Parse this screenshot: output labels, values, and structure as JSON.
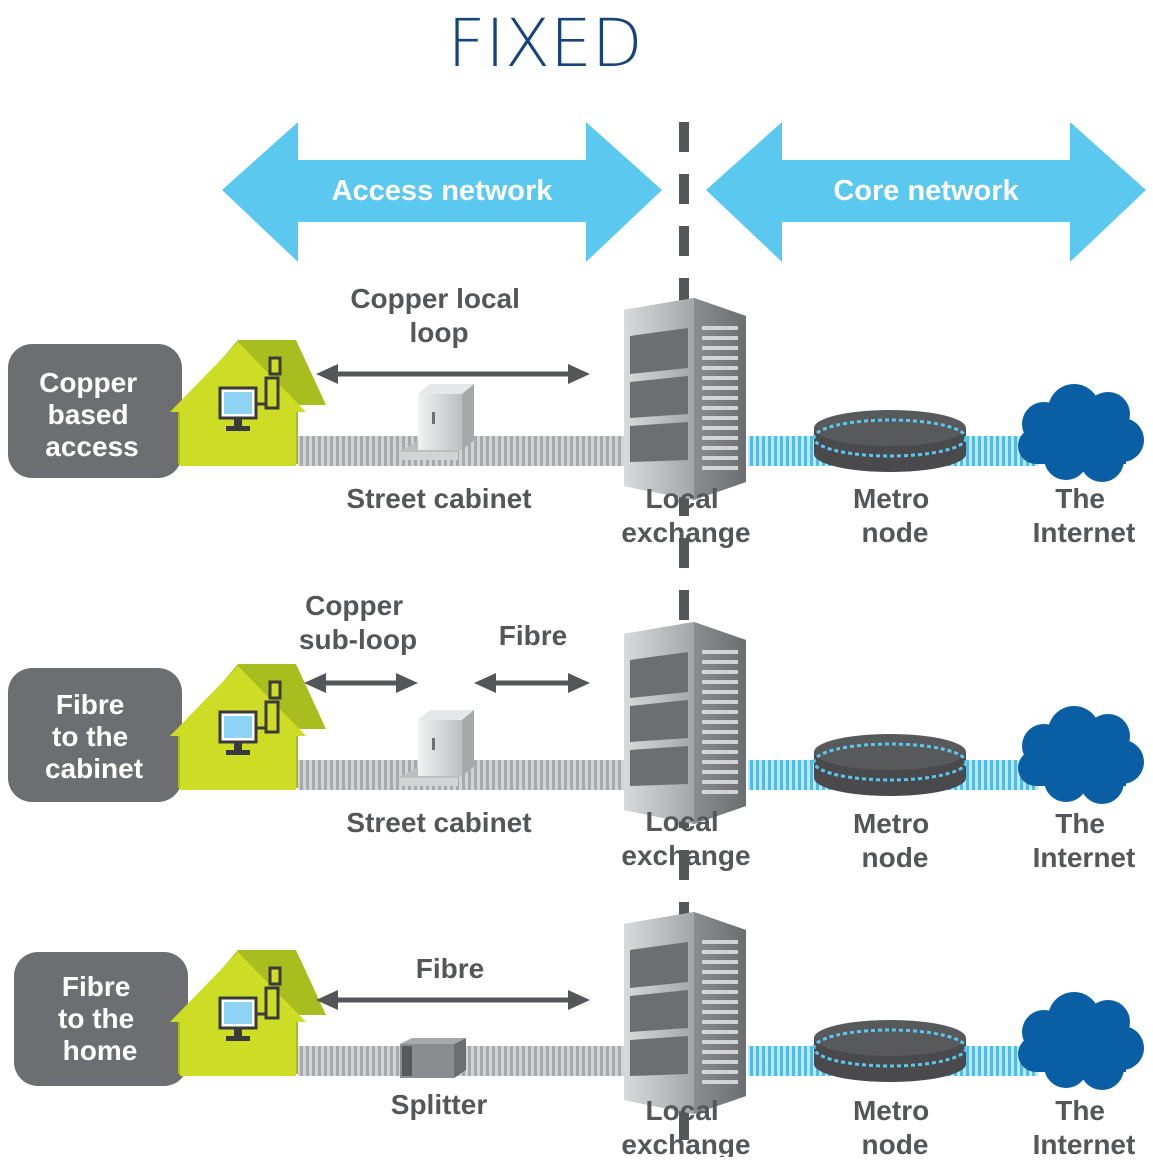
{
  "title": "FIXED",
  "banners": {
    "access": "Access network",
    "core": "Core network"
  },
  "colors": {
    "arrow": "#5bc8f0",
    "title": "#17447a",
    "house": "#cddc25",
    "badge": "#6d6e71",
    "text": "#55565a",
    "cloud": "#0a5fa4",
    "fibre": "#53b9e5",
    "copper": "#a7a9ac"
  },
  "rows": [
    {
      "badge": [
        "Copper",
        "based",
        "access"
      ],
      "span_labels": [
        [
          "Copper local",
          "loop"
        ]
      ],
      "device_label": [
        "Street cabinet"
      ],
      "exchange_label": [
        "Local",
        "exchange"
      ],
      "metro_label": [
        "Metro",
        "node"
      ],
      "internet_label": [
        "The",
        "Internet"
      ]
    },
    {
      "badge": [
        "Fibre",
        "to the",
        "cabinet"
      ],
      "span_labels": [
        [
          "Copper",
          "sub-loop"
        ],
        [
          "Fibre"
        ]
      ],
      "device_label": [
        "Street cabinet"
      ],
      "exchange_label": [
        "Local",
        "exchange"
      ],
      "metro_label": [
        "Metro",
        "node"
      ],
      "internet_label": [
        "The",
        "Internet"
      ]
    },
    {
      "badge": [
        "Fibre",
        "to the",
        "home"
      ],
      "span_labels": [
        [
          "Fibre"
        ]
      ],
      "device_label": [
        "Splitter"
      ],
      "exchange_label": [
        "Local",
        "exchange"
      ],
      "metro_label": [
        "Metro",
        "node"
      ],
      "internet_label": [
        "The",
        "Internet"
      ]
    }
  ],
  "icons": [
    "house-icon",
    "computer-icon",
    "street-cabinet-icon",
    "splitter-icon",
    "server-icon",
    "metro-node-icon",
    "cloud-icon"
  ]
}
